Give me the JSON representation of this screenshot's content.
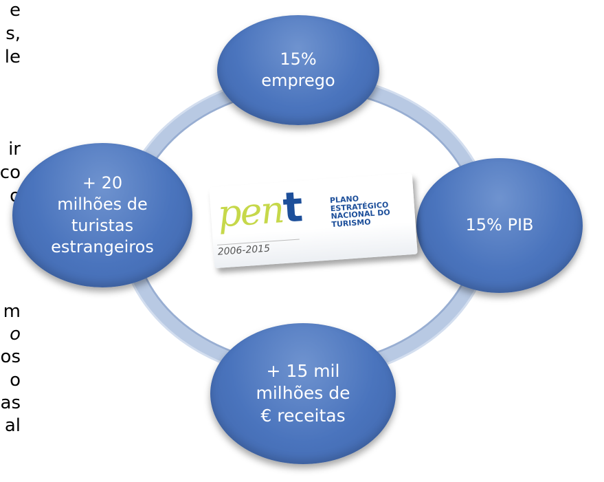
{
  "left_text_fragments": [
    "e",
    "s,",
    "le",
    "ir",
    "co",
    "o",
    "m",
    "o",
    "os",
    "o",
    "as",
    "al"
  ],
  "diagram": {
    "top": "15%\nemprego",
    "left": "+ 20\nmilhões de\nturistas\nestrangeiros",
    "right": "15% PIB",
    "bottom": "+ 15 mil\nmilhões de\n€ receitas"
  },
  "logo": {
    "word_pen": "pen",
    "word_t": "t",
    "subtitle_1": "PLANO",
    "subtitle_2": "ESTRATÉGICO",
    "subtitle_3": "NACIONAL DO",
    "subtitle_4": "TURISMO",
    "years": "2006-2015"
  },
  "colors": {
    "node_blue": "#4a74bd",
    "ring": "#b8c9e3",
    "logo_green": "#c6d84a",
    "logo_blue": "#1d4f9a"
  }
}
